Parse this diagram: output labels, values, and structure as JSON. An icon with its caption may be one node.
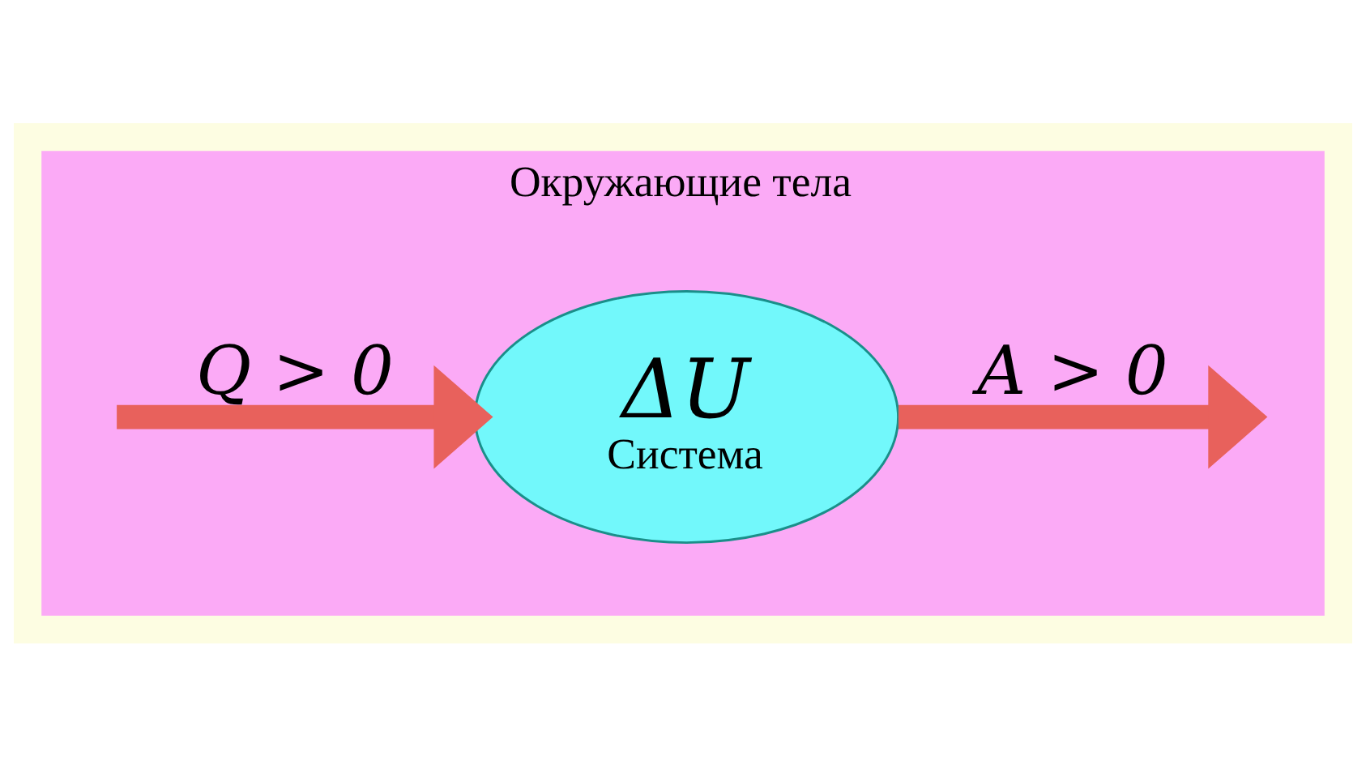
{
  "diagram": {
    "nodes": [
      {
        "text": [
          "Окружающие тела"
        ]
      },
      {
        "text": [
          "ΔU",
          "Система"
        ],
        "in": 0
      }
    ],
    "edges": [
      {
        "from": null,
        "to": 1,
        "arrow": "to",
        "label": "Q > 0"
      },
      {
        "from": 1,
        "to": null,
        "arrow": "to",
        "label": "A > 0"
      }
    ]
  }
}
